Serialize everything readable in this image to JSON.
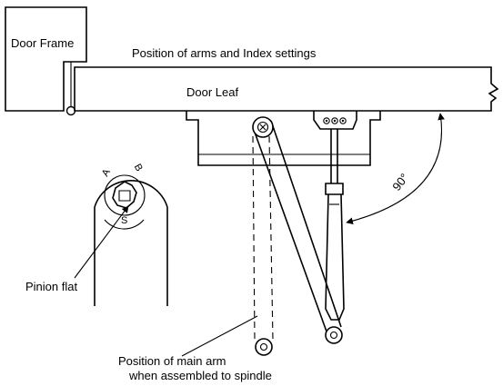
{
  "labels": {
    "door_frame": "Door Frame",
    "title": "Position of arms and Index settings",
    "door_leaf": "Door  Leaf",
    "angle": "90°",
    "pinion_flat": "Pinion flat",
    "main_arm_line1": "Position of main arm",
    "main_arm_line2": "when assembled to spindle",
    "index_s": "S",
    "index_a": "A",
    "index_b": "B"
  }
}
